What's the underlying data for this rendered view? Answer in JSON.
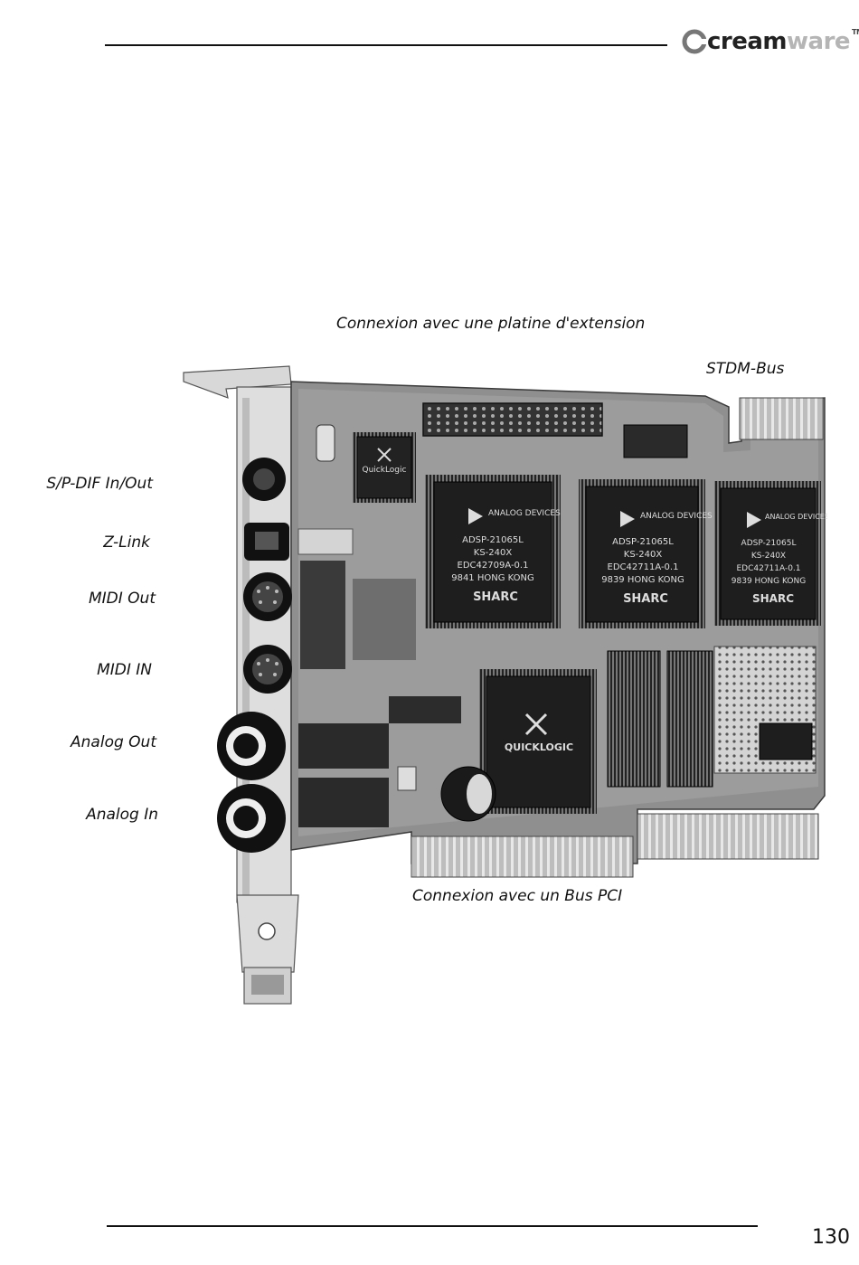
{
  "header": {
    "logo": {
      "dark": "cream",
      "light": "ware",
      "tm": "TM"
    }
  },
  "top_label": "Connexion avec une platine d'extension",
  "right_label": "STDM-Bus",
  "bottom_label": "Connexion avec un Bus PCI",
  "port_labels": [
    "S/P-DIF In/Out",
    "Z-Link",
    "MIDI Out",
    "MIDI IN",
    "Analog Out",
    "Analog In"
  ],
  "chips": [
    {
      "brand": "ANALOG DEVICES",
      "part": "ADSP-21065L",
      "grade": "KS-240X",
      "code": "EDC42709A-0.1",
      "origin": "9841 HONG KONG",
      "mark": "SHARC"
    },
    {
      "brand": "ANALOG DEVICES",
      "part": "ADSP-21065L",
      "grade": "KS-240X",
      "code": "EDC42711A-0.1",
      "origin": "9839 HONG KONG",
      "mark": "SHARC"
    },
    {
      "brand": "ANALOG DEVICES",
      "part": "ADSP-21065L",
      "grade": "KS-240X",
      "code": "EDC42711A-0.1",
      "origin": "9839 HONG KONG",
      "mark": "SHARC"
    }
  ],
  "quicklogic_chip": {
    "brand": "QUICKLOGIC"
  },
  "small_chip": {
    "brand": "QuickLogic"
  },
  "page_number": "130"
}
